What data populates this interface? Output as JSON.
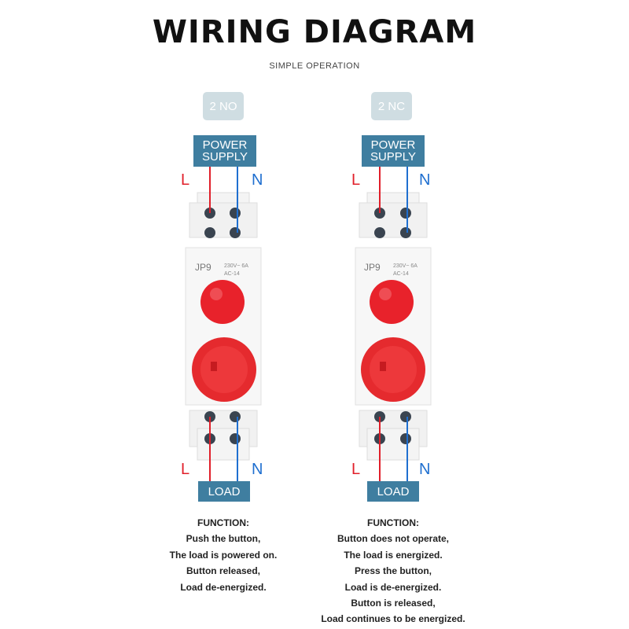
{
  "header": {
    "title": "WIRING DIAGRAM",
    "subtitle": "SIMPLE OPERATION"
  },
  "colors": {
    "live": "#e01f2a",
    "neutral": "#1f6fd0",
    "box": "#3f7ea0",
    "tag": "#cfdde2",
    "lamp": "#e8222b"
  },
  "panels": [
    {
      "tag": "2 NO",
      "supply_label": [
        "POWER",
        "SUPPLY"
      ],
      "load_label": "LOAD",
      "l": "L",
      "n": "N",
      "device": {
        "model": "JP9",
        "rating": "230V~ 6A",
        "category": "AC-14"
      },
      "function": {
        "heading": "FUNCTION:",
        "lines": [
          "Push the button,",
          "The load is powered on.",
          "Button released,",
          "Load de-energized."
        ]
      }
    },
    {
      "tag": "2 NC",
      "supply_label": [
        "POWER",
        "SUPPLY"
      ],
      "load_label": "LOAD",
      "l": "L",
      "n": "N",
      "device": {
        "model": "JP9",
        "rating": "230V~ 6A",
        "category": "AC-14"
      },
      "function": {
        "heading": "FUNCTION:",
        "lines": [
          "Button does not operate,",
          "The load is energized.",
          "Press the button,",
          "Load is de-energized.",
          "Button is released,",
          "Load continues to be energized."
        ]
      }
    }
  ]
}
